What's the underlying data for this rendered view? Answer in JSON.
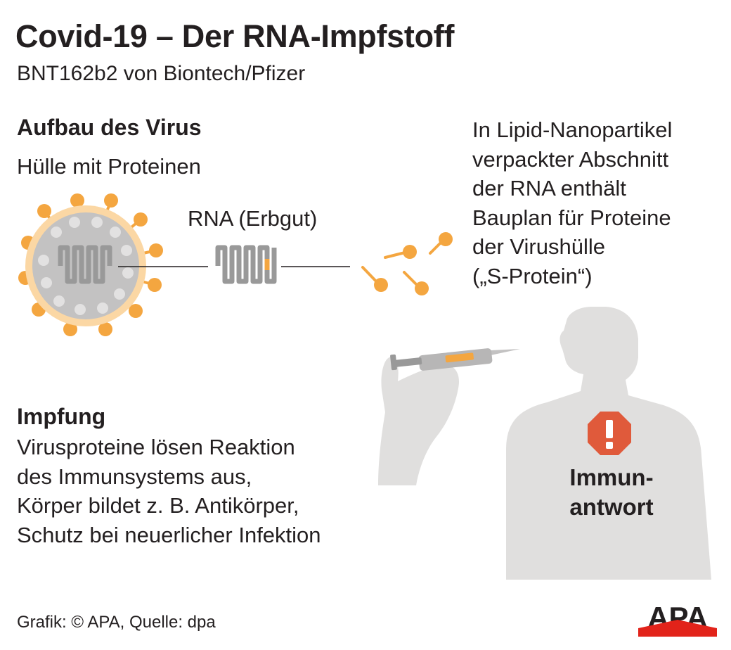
{
  "header": {
    "title": "Covid-19 – Der RNA-Impfstoff",
    "subtitle": "BNT162b2 von Biontech/Pfizer"
  },
  "virus_section": {
    "heading": "Aufbau des Virus",
    "hull_label": "Hülle mit Proteinen",
    "rna_label": "RNA (Erbgut)"
  },
  "lipid_section": {
    "lines": [
      "In Lipid-Nanopartikel",
      "verpackter Abschnitt",
      "der RNA enthält",
      "Bauplan für Proteine",
      "der Virushülle",
      "(„S-Protein“)"
    ]
  },
  "vaccination_section": {
    "heading": "Impfung",
    "lines": [
      "Virusproteine lösen Reaktion",
      "des Immunsystems aus,",
      "Körper bildet z. B. Antikörper,",
      "Schutz bei neuerlicher Infektion"
    ]
  },
  "immune_response": {
    "lines": [
      "Immun-",
      "antwort"
    ]
  },
  "footer": {
    "credit": "Grafik: © APA, Quelle: dpa"
  },
  "logo": {
    "text": "APA"
  },
  "colors": {
    "orange": "#f4a640",
    "light_orange": "#fbd7a4",
    "gray_virus": "#c3c2c2",
    "gray_rna": "#999999",
    "silhouette": "#e0dfde",
    "alert_red": "#e05a3b",
    "logo_red": "#e2231a",
    "text": "#231f20"
  },
  "icons": [
    "virus-icon",
    "rna-strand-icon",
    "s-protein-icon",
    "syringe-icon",
    "hand-icon",
    "human-silhouette-icon",
    "alert-octagon-icon"
  ]
}
